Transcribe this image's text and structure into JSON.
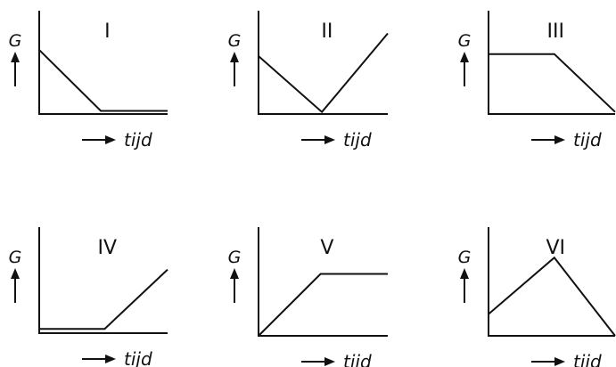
{
  "chart_data": [
    {
      "type": "line",
      "title": "I",
      "ylabel": "G",
      "xlabel": "tijd",
      "x": [
        0,
        0.48,
        1
      ],
      "y": [
        0.62,
        0.03,
        0.03
      ]
    },
    {
      "type": "line",
      "title": "II",
      "ylabel": "G",
      "xlabel": "tijd",
      "x": [
        0,
        0.49,
        1
      ],
      "y": [
        0.56,
        0.02,
        0.78
      ]
    },
    {
      "type": "line",
      "title": "III",
      "ylabel": "G",
      "xlabel": "tijd",
      "x": [
        0,
        0.52,
        1
      ],
      "y": [
        0.58,
        0.58,
        0.02
      ]
    },
    {
      "type": "line",
      "title": "IV",
      "ylabel": "G",
      "xlabel": "tijd",
      "x": [
        0,
        0.51,
        1
      ],
      "y": [
        0.04,
        0.04,
        0.6
      ]
    },
    {
      "type": "line",
      "title": "V",
      "ylabel": "G",
      "xlabel": "tijd",
      "x": [
        0,
        0.48,
        1
      ],
      "y": [
        0.0,
        0.57,
        0.57
      ]
    },
    {
      "type": "line",
      "title": "VI",
      "ylabel": "G",
      "xlabel": "tijd",
      "x": [
        0,
        0.52,
        1
      ],
      "y": [
        0.2,
        0.72,
        0.0
      ]
    }
  ]
}
